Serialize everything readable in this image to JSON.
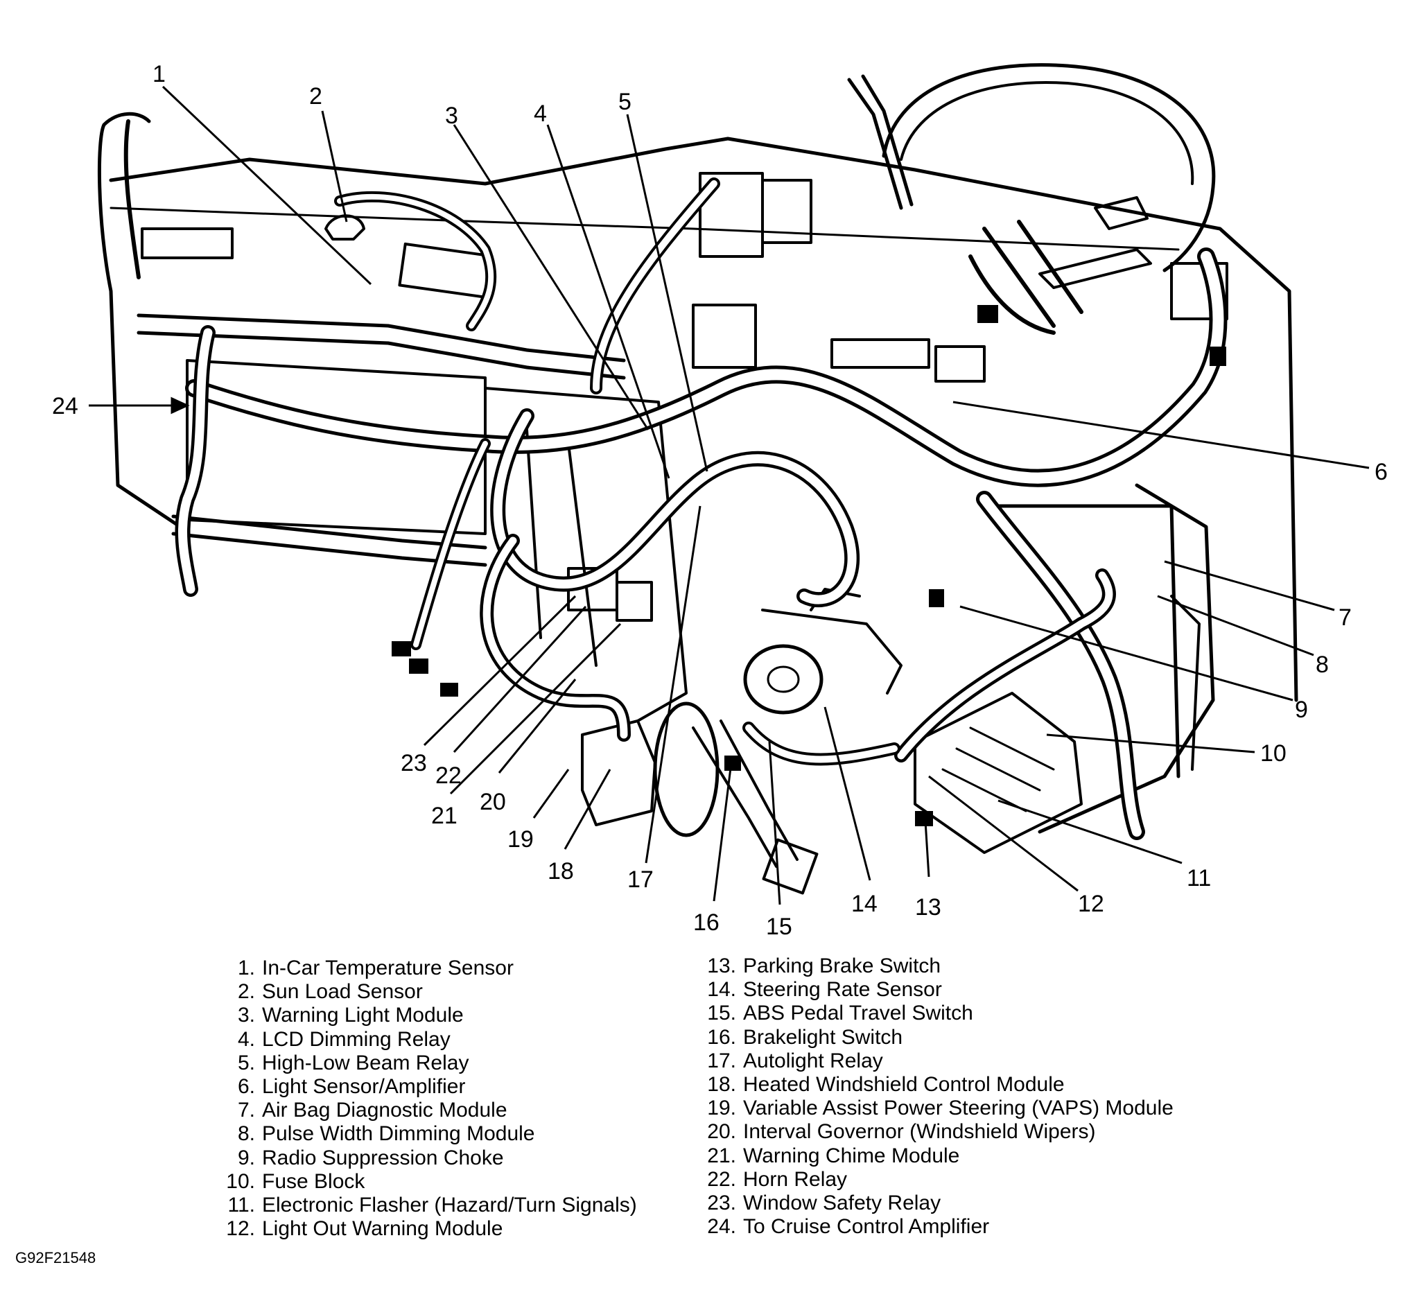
{
  "figure_id": "G92F21548",
  "callouts": [
    "1",
    "2",
    "3",
    "4",
    "5",
    "6",
    "7",
    "8",
    "9",
    "10",
    "11",
    "12",
    "13",
    "14",
    "15",
    "16",
    "17",
    "18",
    "19",
    "20",
    "21",
    "22",
    "23",
    "24"
  ],
  "legend_left": [
    {
      "num": "1.",
      "label": "In-Car Temperature Sensor"
    },
    {
      "num": "2.",
      "label": "Sun Load Sensor"
    },
    {
      "num": "3.",
      "label": "Warning Light Module"
    },
    {
      "num": "4.",
      "label": "LCD Dimming Relay"
    },
    {
      "num": "5.",
      "label": "High-Low Beam Relay"
    },
    {
      "num": "6.",
      "label": "Light Sensor/Amplifier"
    },
    {
      "num": "7.",
      "label": "Air Bag Diagnostic Module"
    },
    {
      "num": "8.",
      "label": "Pulse Width Dimming Module"
    },
    {
      "num": "9.",
      "label": "Radio Suppression Choke"
    },
    {
      "num": "10.",
      "label": "Fuse Block"
    },
    {
      "num": "11.",
      "label": "Electronic Flasher (Hazard/Turn Signals)"
    },
    {
      "num": "12.",
      "label": "Light Out Warning Module"
    }
  ],
  "legend_right": [
    {
      "num": "13.",
      "label": "Parking Brake Switch"
    },
    {
      "num": "14.",
      "label": "Steering Rate Sensor"
    },
    {
      "num": "15.",
      "label": "ABS Pedal Travel Switch"
    },
    {
      "num": "16.",
      "label": "Brakelight Switch"
    },
    {
      "num": "17.",
      "label": "Autolight Relay"
    },
    {
      "num": "18.",
      "label": "Heated Windshield Control Module"
    },
    {
      "num": "19.",
      "label": "Variable Assist Power Steering (VAPS) Module"
    },
    {
      "num": "20.",
      "label": "Interval Governor (Windshield Wipers)"
    },
    {
      "num": "21.",
      "label": "Warning Chime Module"
    },
    {
      "num": "22.",
      "label": "Horn Relay"
    },
    {
      "num": "23.",
      "label": "Window Safety Relay"
    },
    {
      "num": "24.",
      "label": "To Cruise Control Amplifier"
    }
  ]
}
